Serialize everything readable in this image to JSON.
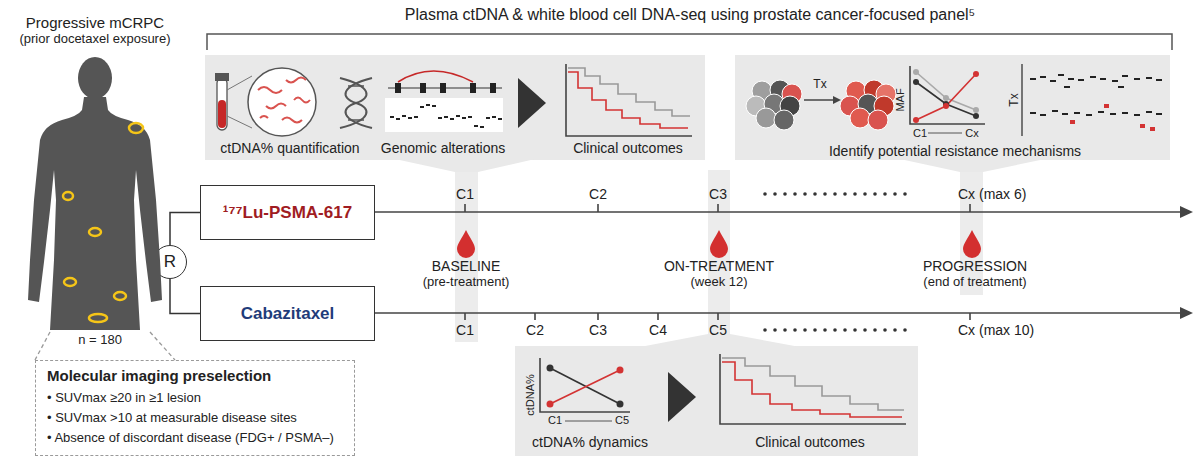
{
  "diagram": {
    "nodes": [
      {
        "text": [
          "ctDNA% quantification",
          "Genomic alterations",
          "Clinical outcomes"
        ]
      },
      {
        "text": [
          "Tx",
          "MAF",
          "C1",
          "Cx",
          "Tx",
          "Identify potential resistance mechanisms"
        ]
      },
      {
        "text": [
          "¹⁷⁷Lu-PSMA-617"
        ]
      },
      {
        "text": [
          "R"
        ]
      },
      {
        "text": [
          "Cabazitaxel"
        ]
      },
      {
        "text": [
          "ctDNA%",
          "C1",
          "C5",
          "ctDNA% dynamics",
          "Clinical outcomes"
        ]
      },
      {
        "text": [
          "Molecular imaging preselection",
          "• SUVmax ≥20 in ≥1 lesion",
          "• SUVmax >10 at measurable disease sites",
          "• Absence of discordant disease (FDG+ / PSMA–)"
        ]
      }
    ],
    "edges": [
      {
        "from": 3,
        "to": 2,
        "arrow": "none"
      },
      {
        "from": 3,
        "to": 4,
        "arrow": "none"
      }
    ],
    "labels": [
      "Plasma ctDNA & white blood cell DNA-seq using prostate cancer-focused panel⁵",
      "Progressive mCRPC",
      "(prior docetaxel exposure)",
      "n = 180",
      "C1",
      "C2",
      "C3",
      "Cx (max 6)",
      "BASELINE",
      "(pre-treatment)",
      "ON-TREATMENT",
      "(week 12)",
      "PROGRESSION",
      "(end of treatment)",
      "C1",
      "C2",
      "C3",
      "C4",
      "C5",
      "Cx (max 10)"
    ]
  }
}
